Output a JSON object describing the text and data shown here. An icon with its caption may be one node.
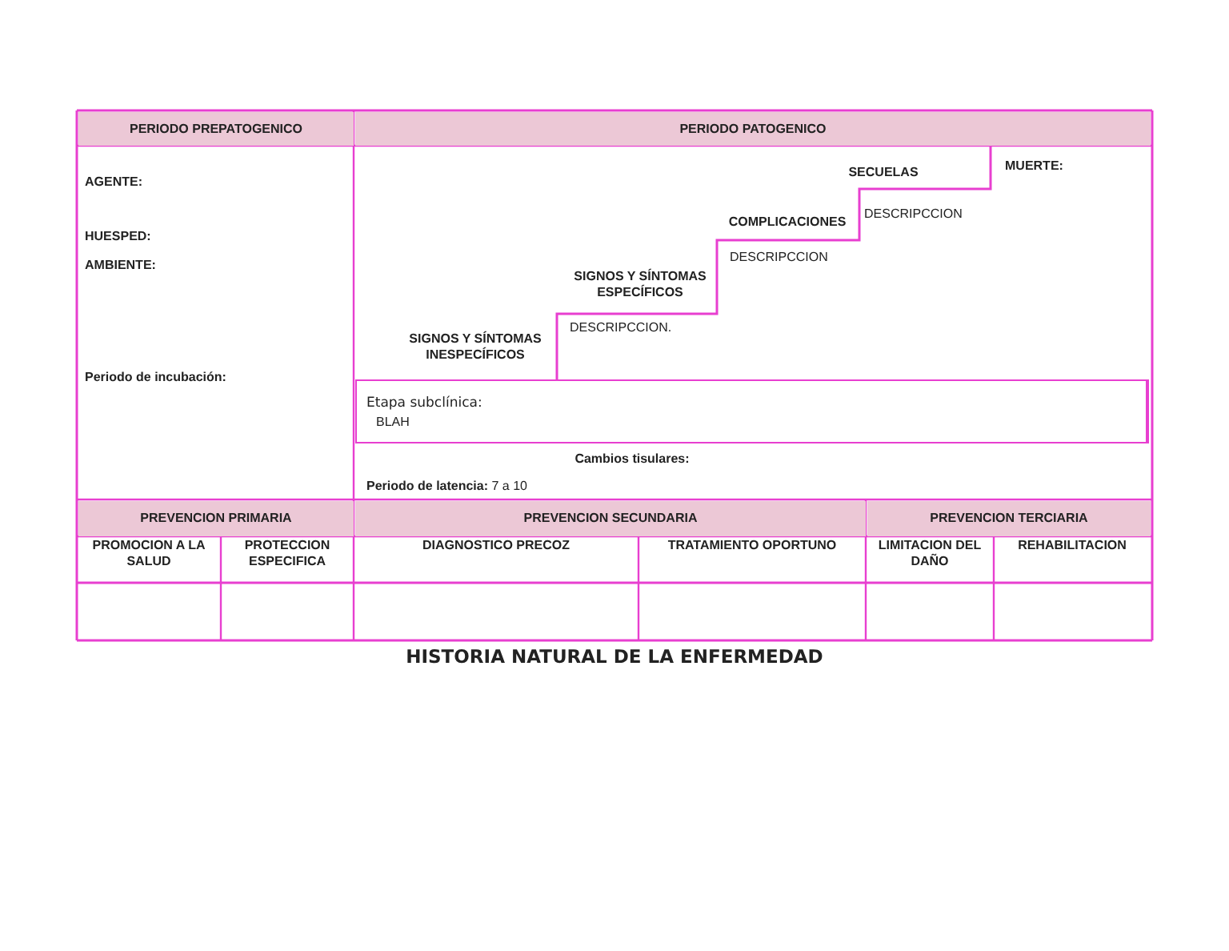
{
  "diagram": {
    "caption": "HISTORIA NATURAL DE LA ENFERMEDAD",
    "nodes": [
      {
        "text": [
          "Etapa subclínica:",
          "BLAH"
        ]
      }
    ],
    "labels": [
      "PERIODO PREPATOGENICO",
      "PERIODO PATOGENICO",
      "AGENTE:",
      "MUERTE:",
      "SECUELAS",
      "HUESPED:",
      "COMPLICACIONES",
      "DESCRIPCCION",
      "AMBIENTE:",
      "DESCRIPCCION",
      "SIGNOS Y SÍNTOMAS ESPECÍFICOS",
      "DESCRIPCCION.",
      "SIGNOS Y SÍNTOMAS INESPECÍFICOS",
      "Periodo de incubación:",
      "Cambios tisulares:",
      "**Periodo de latencia:** 7 a 10",
      "PREVENCION PRIMARIA",
      "PREVENCION SECUNDARIA",
      "PREVENCION TERCIARIA",
      "PROMOCION A LA SALUD",
      "PROTECCION ESPECIFICA",
      "DIAGNOSTICO PRECOZ",
      "TRATAMIENTO OPORTUNO",
      "LIMITACION DEL DAÑO",
      "REHABILITACION"
    ]
  }
}
